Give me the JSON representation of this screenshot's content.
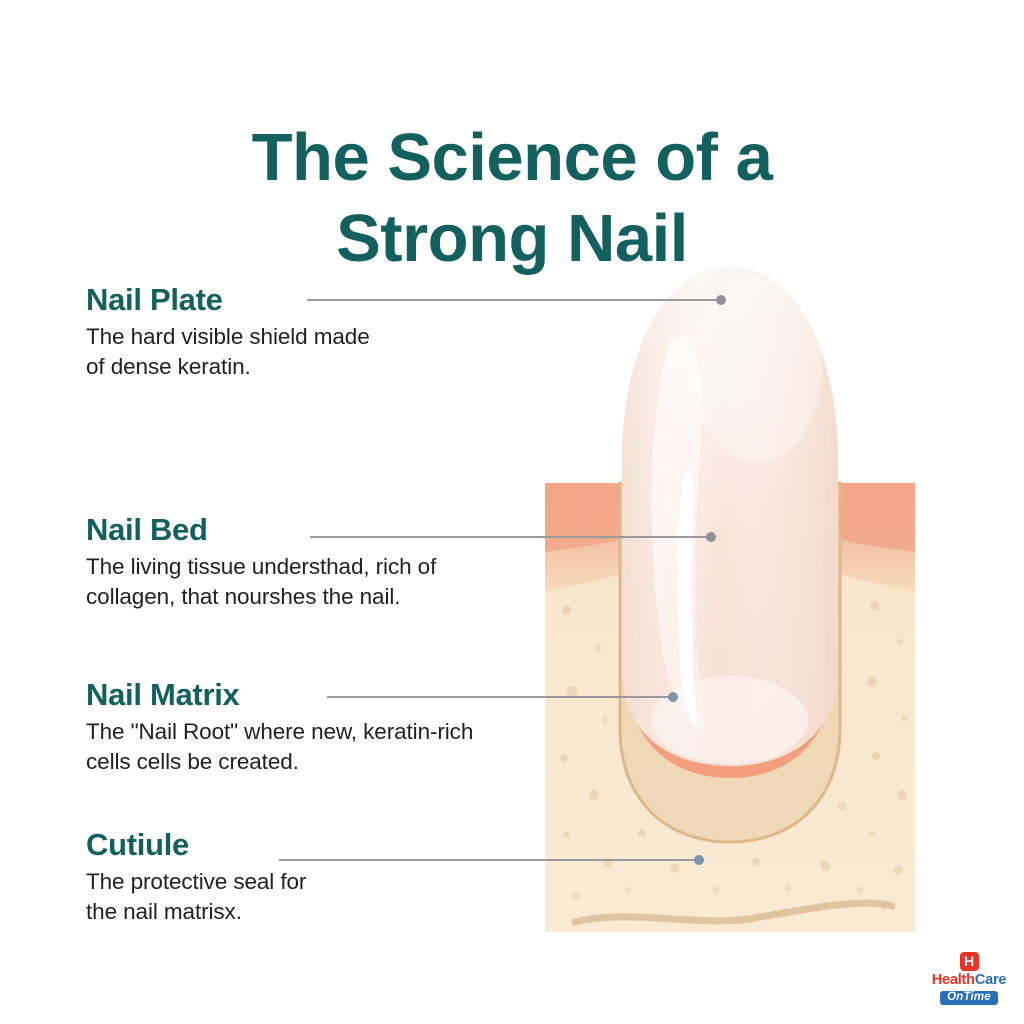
{
  "title": "The Science of a\nStrong Nail",
  "theme": {
    "teal": "#14605f",
    "body_text": "#231f20",
    "background": "#ffffff",
    "leader_line": "#9a9a9c",
    "skin_cream": "#f6e7cf",
    "skin_salmon": "#f3b193",
    "pocket_tan": "#efd6b4",
    "nail_pink": "#f7ded3",
    "logo_red": "#e8342a",
    "logo_blue": "#2a6fb5"
  },
  "labels": [
    {
      "id": "nail-plate",
      "heading": "Nail Plate",
      "description": "The hard visible shield made\nof dense keratin."
    },
    {
      "id": "nail-bed",
      "heading": "Nail Bed",
      "description": "The living tissue understhad, rich of\ncollagen, that nourshes the nail."
    },
    {
      "id": "nail-matrix",
      "heading": "Nail Matrix",
      "description": "The \"Nail Root\" where new, keratin-rich\ncells cells be created."
    },
    {
      "id": "cutiule",
      "heading": "Cutiule",
      "description": "The protective seal for\nthe nail matrisx."
    }
  ],
  "illustration": {
    "name": "cross-section-of-human-fingernail",
    "parts": [
      "nail-plate",
      "nail-bed",
      "nail-matrix",
      "cuticle",
      "skin-tissue"
    ]
  },
  "logo": {
    "mark_letter": "H",
    "word_first": "Health",
    "word_second": "Care",
    "badge": "OnTime"
  }
}
